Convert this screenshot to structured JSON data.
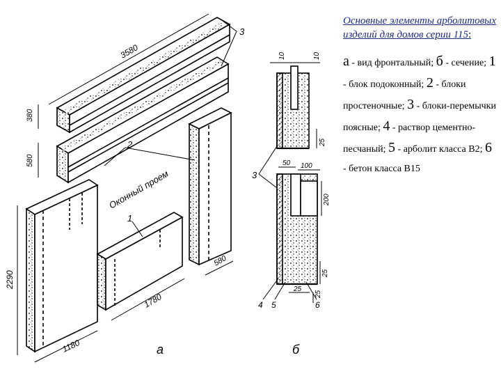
{
  "caption": {
    "title": "Основные элементы арболитовых изделий для домов серии 115",
    "title_suffix": ":",
    "legend": [
      {
        "key": "а",
        "text": " - вид фронтальный; "
      },
      {
        "key": "б",
        "text": " - сечение; "
      },
      {
        "key": "1",
        "text": " - блок подоконный; "
      },
      {
        "key": "2",
        "text": " - блоки простеночные; "
      },
      {
        "key": "3",
        "text": " - блоки-перемычки поясные; "
      },
      {
        "key": "4",
        "text": " - раствор цементно-песчаный; "
      },
      {
        "key": "5",
        "text": " - арболит класса В2; "
      },
      {
        "key": "6",
        "text": " - бетон класса В15"
      }
    ]
  },
  "drawing": {
    "dims": {
      "top_length": "3580",
      "top_height": "380",
      "mid_height": "580",
      "pier_height": "2290",
      "pier_width": "1180",
      "window_width": "1780",
      "right_pier_width": "580",
      "sec_10_left": "10",
      "sec_10_right": "10",
      "sec_25_a": "25",
      "sec_50": "50",
      "sec_100": "100",
      "sec_200": "200",
      "sec_25_b": "25",
      "sec_25_c": "25",
      "sec_25_d": "25"
    },
    "labels": {
      "window_opening": "Оконный проем",
      "callout_1": "1",
      "callout_2": "2",
      "callout_3_top": "3",
      "callout_3_section": "3",
      "callout_4": "4",
      "callout_5": "5",
      "callout_6": "6",
      "view_a": "а",
      "view_b": "б"
    }
  },
  "colors": {
    "caption_title": "#1a2a8a",
    "ink": "#000000"
  }
}
